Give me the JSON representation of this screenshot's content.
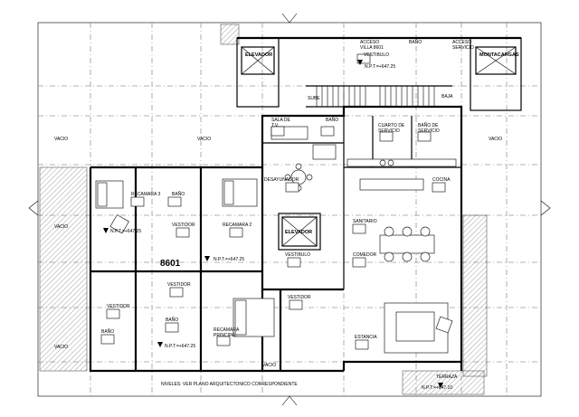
{
  "unit_number": "8601",
  "labels": {
    "elevador_top": "ELEVADOR",
    "acceso_villa": "ACCESO\nVILLA  8601",
    "bano_top": "BAÑO",
    "acceso_servicio": "ACCESO\nSERVICIO",
    "montacargas": "MONTACARGAS",
    "vestibulo_top": "VESTIBULO",
    "npt_top": "N.P.T.=+647.25",
    "sube": "SUBE",
    "baja": "BAJA",
    "vacio_left": "VACIO",
    "vacio_center": "VACIO",
    "vacio_right": "VACIO",
    "vacio_west": "VACIO",
    "vacio_west2": "VACIO",
    "vacio_bottom": "VACIO",
    "sala_tv": "SALA DE\nT.V.",
    "bano_tv": "BAÑO",
    "cuarto_servicio": "CUARTO DE\nSERVICIO",
    "bano_servicio": "BAÑO DE\nSERVICIO",
    "desayunador": "DESAYUNADOR",
    "cocina": "COCINA",
    "recamara_3": "RECAMARA 3",
    "bano_r3": "BAÑO",
    "vestidor_r3": "VESTIDOR",
    "recamara_2": "RECAMARA 2",
    "npt_r": "N.P.T.=+647.25",
    "elevador_center": "ELEVADOR",
    "sanitario": "SANITARIO",
    "npt_center": "N.P.T.=+647.25",
    "vestibulo_center": "VESTIBULO",
    "comedor": "COMEDOR",
    "vestidor_left": "VESTIDOR",
    "vestidor_mid": "VESTIDOR",
    "vestidor_right": "VESTIDOR",
    "bano_left": "BAÑO",
    "bano_mid": "BAÑO",
    "npt_bottom": "N.P.T.=+647.25",
    "recamara_principal": "RECAMARA\nPRINCIPAL",
    "estancia": "ESTANCIA",
    "terraza": "TERRAZA",
    "npt_terraza": "N.P.T.=+647.10",
    "note": "NIVELES: VER PLANO ARQUITECTONICO CORRESPONDIENTE"
  }
}
